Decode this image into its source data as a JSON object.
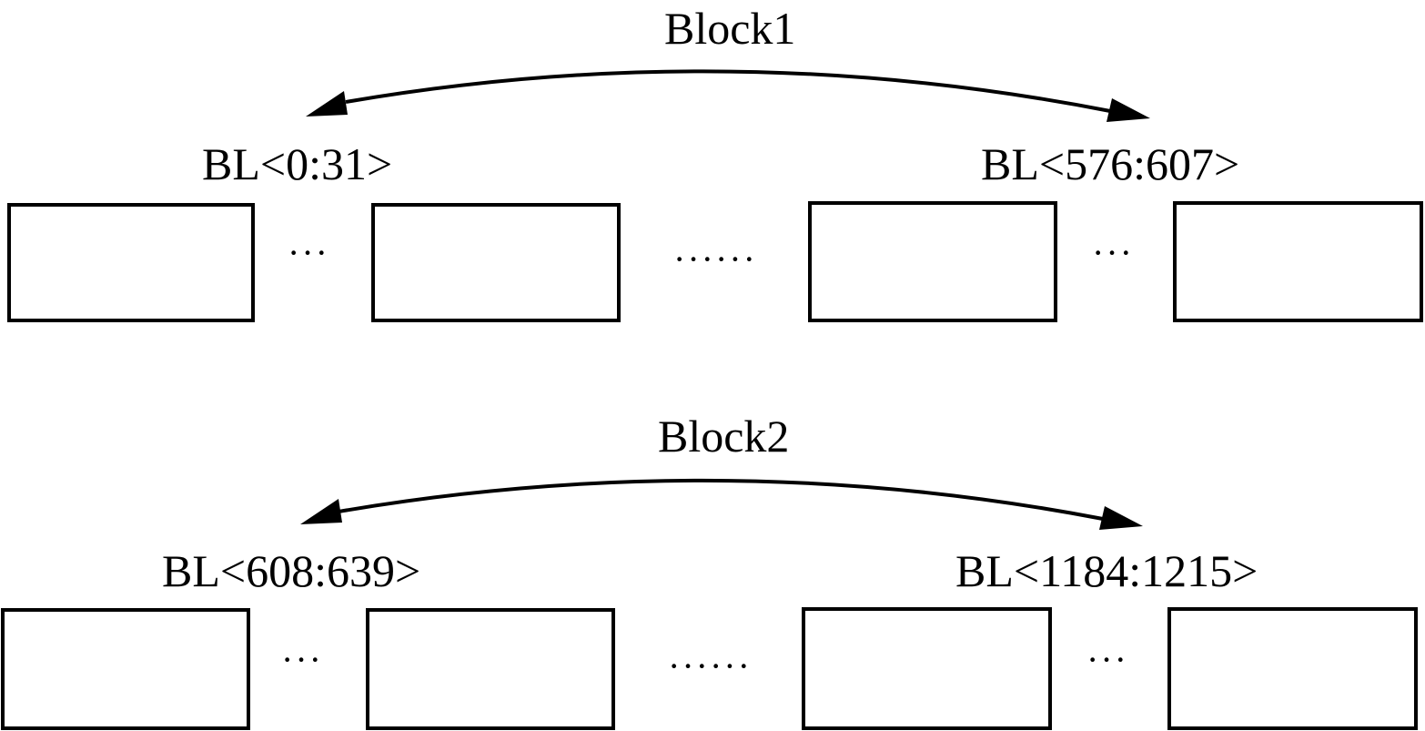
{
  "blocks": [
    {
      "title": "Block1",
      "left_label": "BL<0:31>",
      "right_label": "BL<576:607>",
      "gap_small": "···",
      "gap_large": "······"
    },
    {
      "title": "Block2",
      "left_label": "BL<608:639>",
      "right_label": "BL<1184:1215>",
      "gap_small": "···",
      "gap_large": "······"
    }
  ],
  "colors": {
    "stroke": "#000000",
    "background": "#ffffff"
  }
}
